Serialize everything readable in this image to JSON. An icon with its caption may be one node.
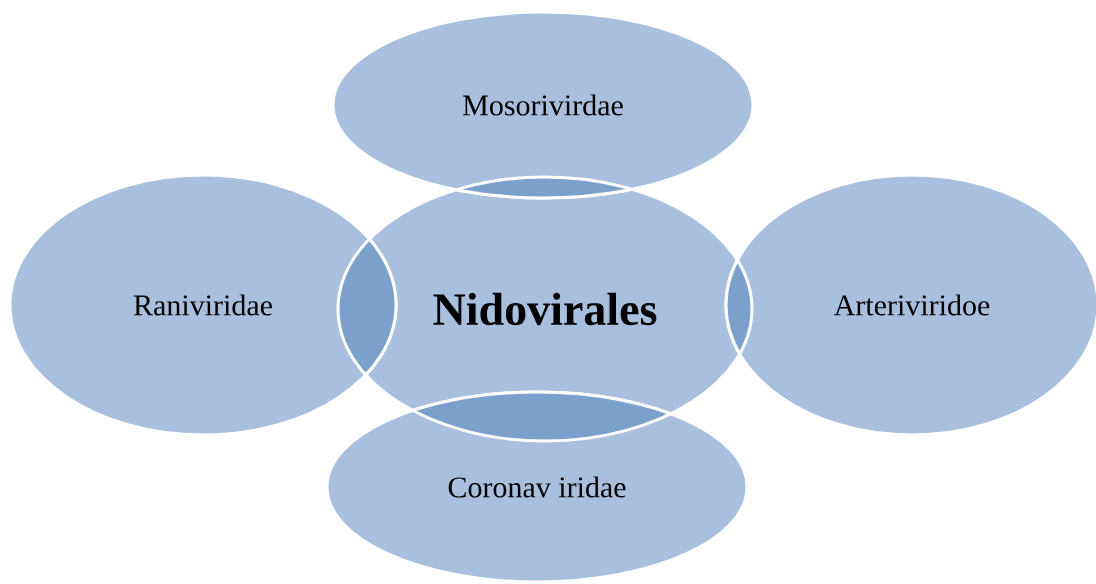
{
  "diagram": {
    "nodes": [
      {
        "text": [
          "Mosorivirdae"
        ]
      },
      {
        "text": [
          "Raniviridae"
        ]
      },
      {
        "text": [
          "Nidovirales"
        ]
      },
      {
        "text": [
          "Arteriviridoe"
        ]
      },
      {
        "text": [
          "Coronav iridae"
        ]
      }
    ]
  }
}
